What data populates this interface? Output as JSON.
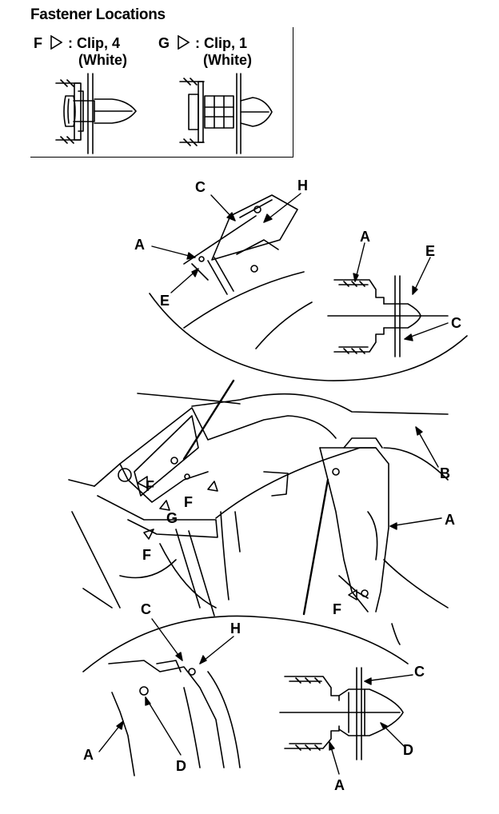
{
  "title": "Fastener Locations",
  "legend": [
    {
      "letter": "F",
      "text": ": Clip, 4",
      "color": "(White)"
    },
    {
      "letter": "G",
      "text": ": Clip, 1",
      "color": "(White)"
    }
  ],
  "callouts": {
    "A": "A",
    "B": "B",
    "C": "C",
    "D": "D",
    "E": "E",
    "F": "F",
    "G": "G",
    "H": "H"
  }
}
